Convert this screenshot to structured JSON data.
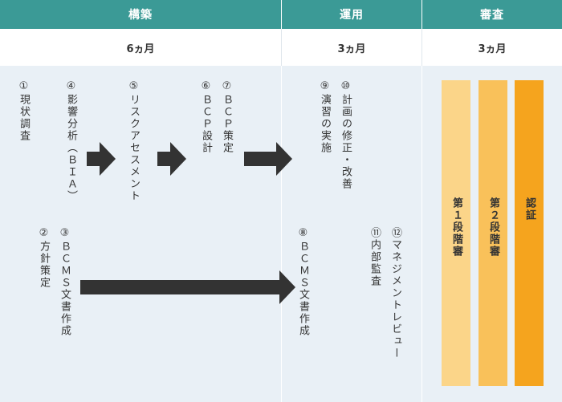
{
  "phases": {
    "build": {
      "title": "構築",
      "duration": "6ヵ月"
    },
    "operate": {
      "title": "運用",
      "duration": "3ヵ月"
    },
    "audit": {
      "title": "審査",
      "duration": "3ヵ月"
    }
  },
  "steps": {
    "s1": "①現状調査",
    "s2": "②方針策定",
    "s3": "③ＢＣＭＳ文書作成",
    "s4": "④影響分析（ＢＩＡ）",
    "s5": "⑤リスクアセスメント",
    "s6": "⑥ＢＣＰ設計",
    "s7": "⑦ＢＣＰ策定",
    "s8": "⑧ＢＣＭＳ文書作成",
    "s9": "⑨演習の実施",
    "s10": "⑩計画の修正・改善",
    "s11": "⑪内部監査",
    "s12": "⑫マネジメントレビュー"
  },
  "audit_bars": {
    "stage1": {
      "label": "第１段階審",
      "color": "#fbd589"
    },
    "stage2": {
      "label": "第２段階審",
      "color": "#f9c15a"
    },
    "cert": {
      "label": "認証",
      "color": "#f5a41e"
    }
  },
  "colors": {
    "header_bg": "#3b9a96",
    "body_bg": "#e9f0f6",
    "arrow": "#333333"
  }
}
